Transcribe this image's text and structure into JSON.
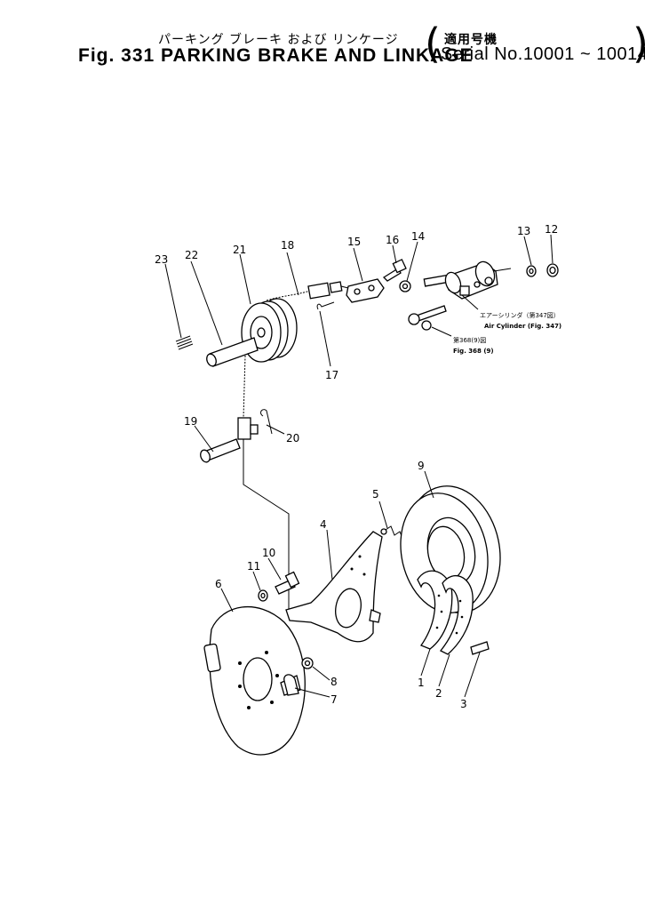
{
  "header": {
    "title_jp": "パーキング ブレーキ および リンケージ",
    "fig_label": "Fig. 331",
    "title_en": "PARKING BRAKE AND LINKAGE",
    "applicable_jp": "適用号機",
    "serial": "Serial No.10001 ~ 10014"
  },
  "callouts": [
    "1",
    "2",
    "3",
    "4",
    "5",
    "6",
    "7",
    "8",
    "9",
    "10",
    "11",
    "12",
    "13",
    "14",
    "15",
    "16",
    "17",
    "18",
    "19",
    "20",
    "21",
    "22",
    "23"
  ],
  "notes": {
    "air_cylinder_jp": "エアーシリンダ（第347図）",
    "air_cylinder_en": "Air Cylinder (Fig. 347)",
    "fig368_jp": "第368(9)図",
    "fig368_en": "Fig. 368 (9)"
  }
}
